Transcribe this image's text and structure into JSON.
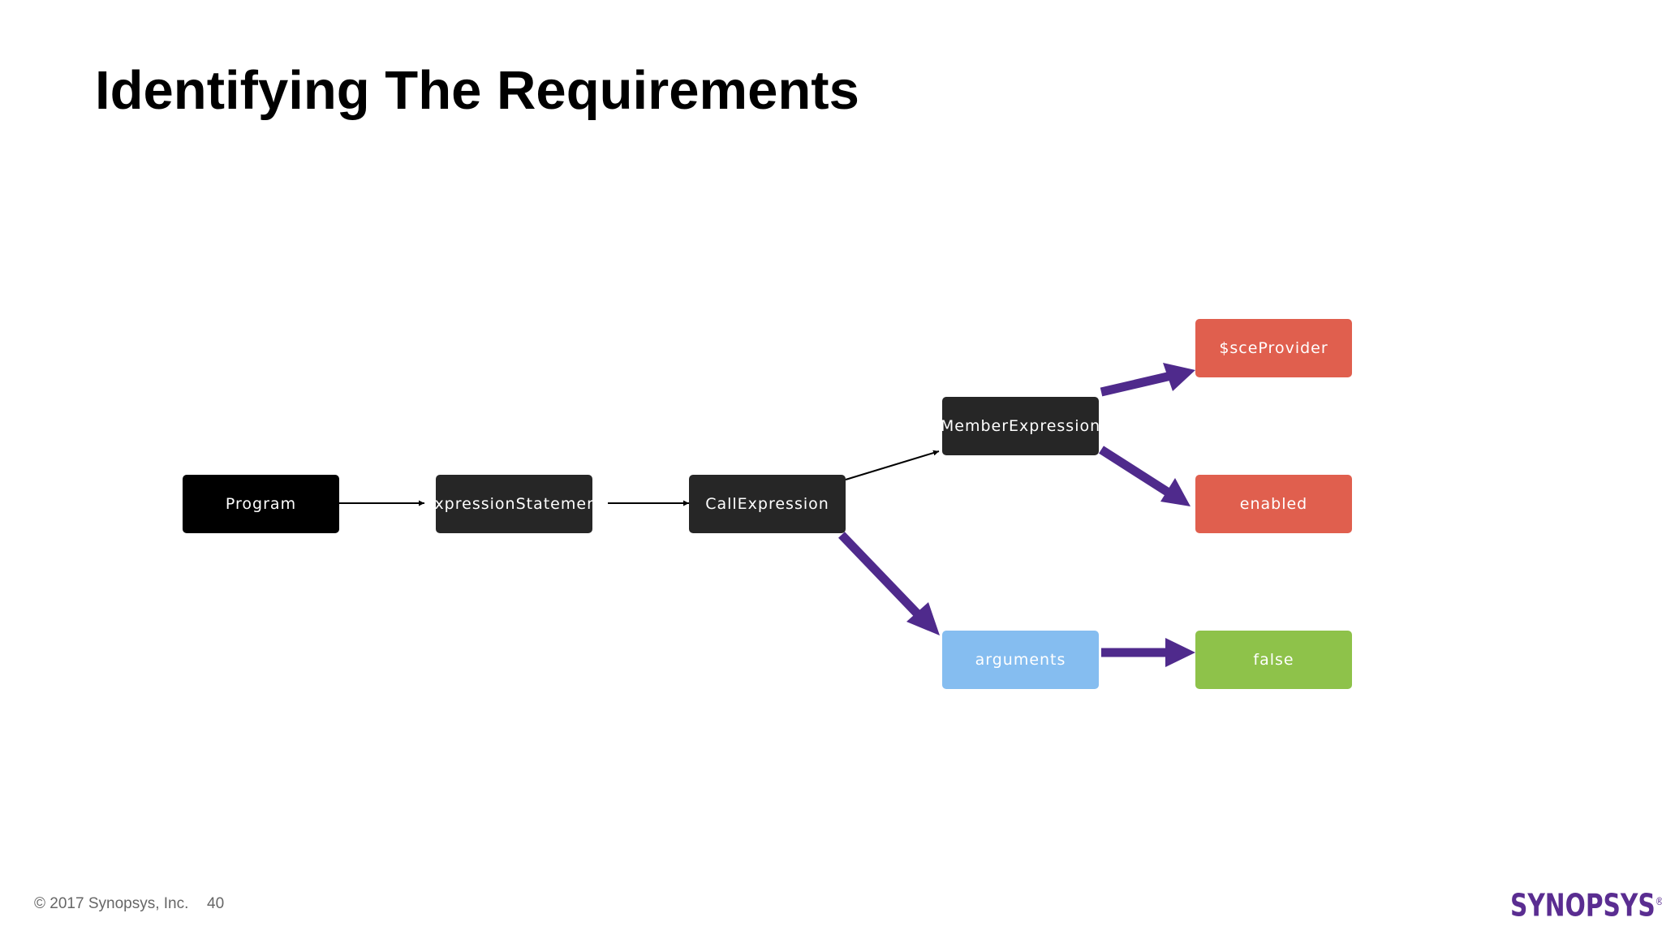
{
  "slide": {
    "title": "Identifying The Requirements"
  },
  "diagram": {
    "nodes": {
      "program": {
        "label": "Program",
        "color": "#000000"
      },
      "expression_statement": {
        "label": "ExpressionStatement",
        "color": "#262626"
      },
      "call_expression": {
        "label": "CallExpression",
        "color": "#262626"
      },
      "member_expression": {
        "label": "MemberExpression",
        "color": "#262626"
      },
      "sce_provider": {
        "label": "$sceProvider",
        "color": "#e05f4e"
      },
      "enabled": {
        "label": "enabled",
        "color": "#e05f4e"
      },
      "arguments": {
        "label": "arguments",
        "color": "#85bdf0"
      },
      "false_literal": {
        "label": "false",
        "color": "#8ec24a"
      }
    },
    "thin_arrow_color": "#000000",
    "highlight_arrow_color": "#4f2a8c"
  },
  "footer": {
    "copyright": "© 2017 Synopsys, Inc.",
    "page_number": "40",
    "logo_text": "SYNOPSYS",
    "logo_mark": "®",
    "logo_color": "#5a2d91"
  }
}
